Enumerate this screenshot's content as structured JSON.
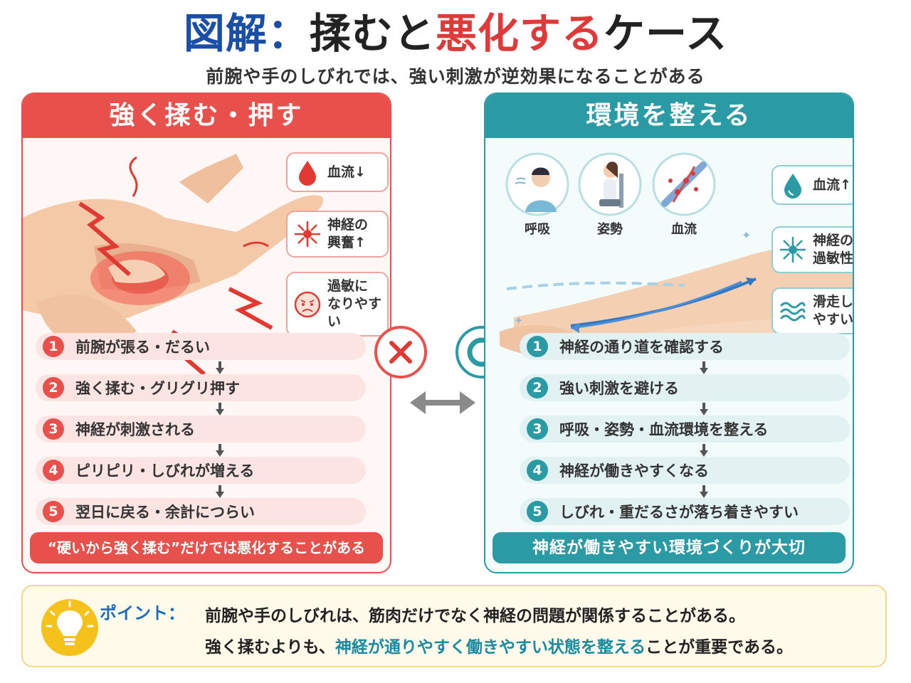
{
  "header": {
    "title_part1": "図解：",
    "title_part2": "揉むと",
    "title_part3": "悪化する",
    "title_part4": "ケース",
    "subtitle": "前腕や手のしびれでは、強い刺激が逆効果になることがある"
  },
  "left_panel": {
    "heading": "強く揉む・押す",
    "badges": [
      {
        "icon": "blood-drop-icon",
        "label": "血流↓"
      },
      {
        "icon": "nerve-cell-icon",
        "label": "神経の\n興奮↑"
      },
      {
        "icon": "upset-face-icon",
        "label": "過敏に\nなりやすい"
      }
    ],
    "steps": [
      {
        "num": "1",
        "text": "前腕が張る・だるい"
      },
      {
        "num": "2",
        "text": "強く揉む・グリグリ押す"
      },
      {
        "num": "3",
        "text": "神経が刺激される"
      },
      {
        "num": "4",
        "text": "ピリピリ・しびれが増える"
      },
      {
        "num": "5",
        "text": "翌日に戻る・余計につらい"
      }
    ],
    "footer": "“硬いから強く揉む”だけでは悪化することがある",
    "mark": "cross-mark-icon",
    "accent": "#e8504b"
  },
  "right_panel": {
    "heading": "環境を整える",
    "circles": [
      {
        "icon": "breathing-person-icon",
        "label": "呼吸"
      },
      {
        "icon": "posture-person-icon",
        "label": "姿勢"
      },
      {
        "icon": "blood-vessel-icon",
        "label": "血流"
      }
    ],
    "badges": [
      {
        "icon": "water-drop-icon",
        "label": "血流↑"
      },
      {
        "icon": "nerve-cell-icon",
        "label": "神経の\n過敏性↓"
      },
      {
        "icon": "waves-icon",
        "label": "滑走し\nやすい"
      }
    ],
    "steps": [
      {
        "num": "1",
        "text": "神経の通り道を確認する"
      },
      {
        "num": "2",
        "text": "強い刺激を避ける"
      },
      {
        "num": "3",
        "text": "呼吸・姿勢・血流環境を整える"
      },
      {
        "num": "4",
        "text": "神経が働きやすくなる"
      },
      {
        "num": "5",
        "text": "しびれ・重だるさが落ち着きやすい"
      }
    ],
    "footer": "神経が働きやすい環境づくりが大切",
    "mark": "circle-mark-icon",
    "accent": "#2a9aa4"
  },
  "point": {
    "label": "ポイント：",
    "line1": "前腕や手のしびれは、筋肉だけでなく神経の問題が関係することがある。",
    "line2_before": "強く揉むよりも、",
    "line2_highlight": "神経が通りやすく働きやすい状態を整える",
    "line2_after": "ことが重要である。"
  }
}
